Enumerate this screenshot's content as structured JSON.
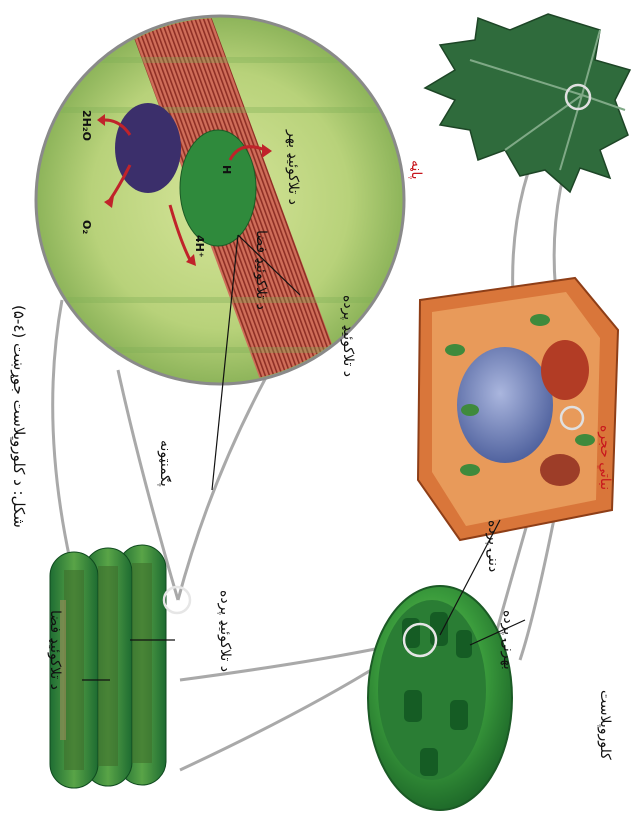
{
  "labels": {
    "leaf": "پاڼه",
    "plant_cell": "نباتي حجره",
    "chloroplast": "کلوروپلاست",
    "outer_membrane": "بهرنۍ پرده",
    "inner_membrane": "دننۍ پرده",
    "thylakoid_membrane_grana": "د تلاکوئيډ پرده",
    "thylakoid_space_grana": "د تلاکوئيډ فضا",
    "thylakoid_membrane_zoom": "د تلاکوئيډ پرده",
    "pigments": "پګمنټونه",
    "thylakoid_outside": "د تلاکوئيډ بهر",
    "thylakoid_space_zoom": "د تلاکوئيډ فضا",
    "caption": "(۵-٤) شکل: د کلوروپلاست جوړښت",
    "h2o": "2H₂O",
    "o2": "O₂",
    "h_plus": "4H⁺",
    "h_small": "H"
  },
  "colors": {
    "red_label": "#c8161d",
    "leaf_green": "#2f6b3c",
    "chloroplast_green": "#3a8d3f",
    "membrane_red": "#c24a3b",
    "cell_orange": "#d9763a",
    "nucleus_blue": "#6f7fb5"
  }
}
